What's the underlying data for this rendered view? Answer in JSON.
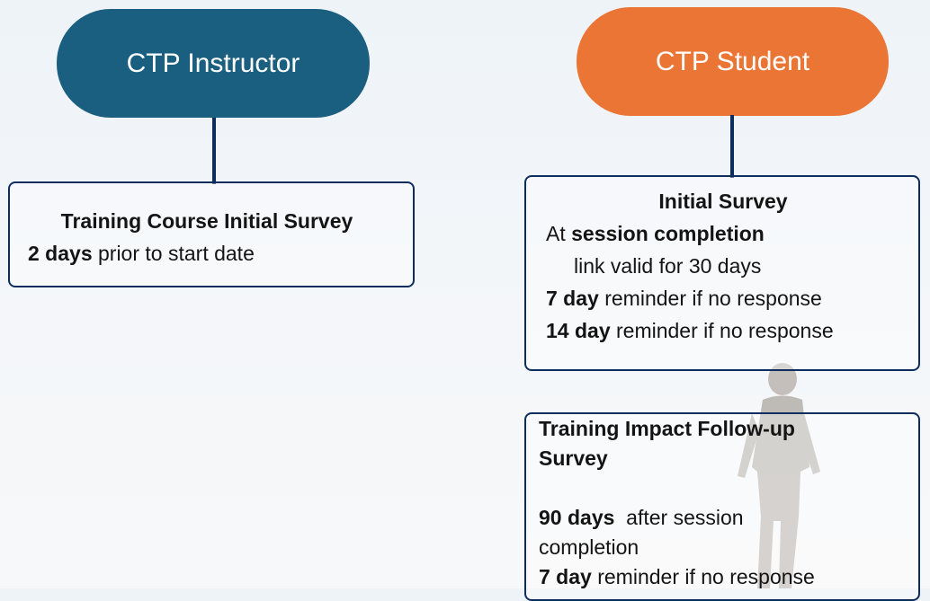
{
  "instructor": {
    "header": "CTP Instructor",
    "box": {
      "title": "Training Course Initial Survey",
      "timing_bold": "2 days",
      "timing_rest": " prior to start date"
    }
  },
  "student": {
    "header": "CTP Student",
    "initial_survey": {
      "title": "Initial Survey",
      "line1_prefix": "At ",
      "line1_bold": "session completion",
      "line2": "link valid for 30 days",
      "reminder1_bold": "7 day",
      "reminder1_rest": " reminder if no response",
      "reminder2_bold": "14 day",
      "reminder2_rest": " reminder if no response"
    },
    "followup_survey": {
      "title_line1": "Training Impact Follow-up",
      "title_line2": "Survey",
      "timing_bold": "90 days",
      "timing_rest_line1": "  after session",
      "timing_rest_line2": "completion",
      "reminder_bold": "7 day",
      "reminder_rest": " reminder if no response"
    }
  },
  "colors": {
    "instructor_pill": "#1a5f80",
    "student_pill": "#ea7534",
    "connector": "#0d2d5e",
    "box_border": "#0d2d5e"
  }
}
